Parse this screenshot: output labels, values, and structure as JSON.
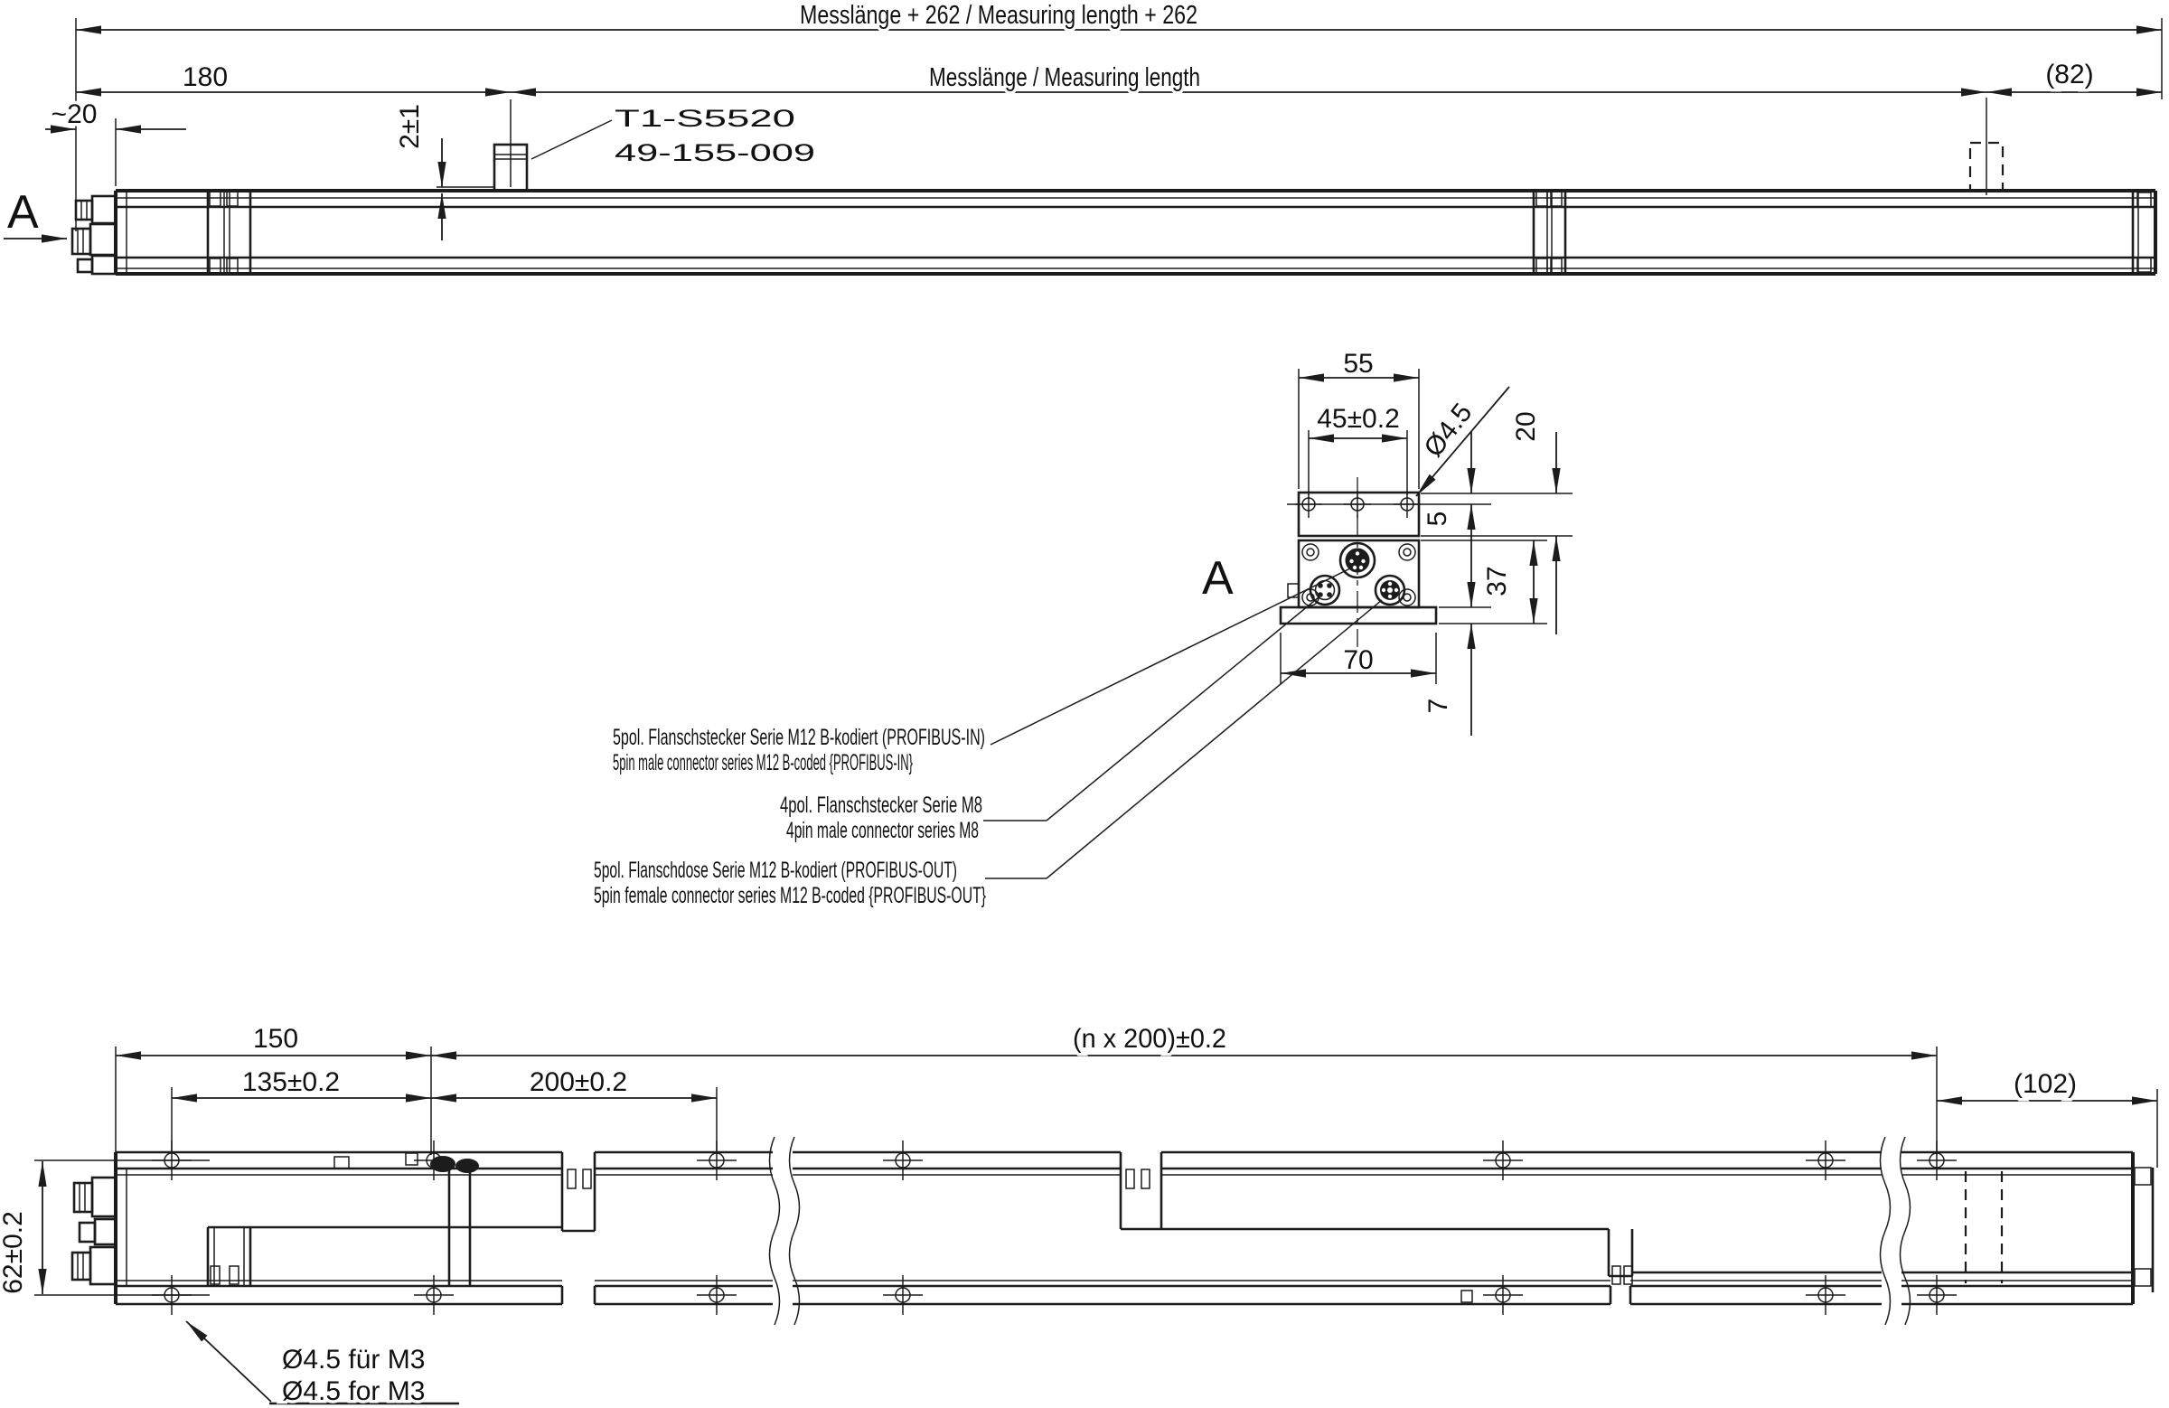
{
  "drawing": {
    "top_view": {
      "section_label": "A",
      "dim_total": "Messlänge + 262 / Measuring length + 262",
      "dim_measuring": "Messlänge / Measuring length",
      "dim_180": "180",
      "dim_82": "(82)",
      "dim_approx20": "~20",
      "dim_2pm1": "2±1",
      "sensor_model": "T1-S5520",
      "sensor_part": "49-155-009"
    },
    "detail_view": {
      "view_label": "A",
      "dim_55": "55",
      "dim_45": "45±0.2",
      "dim_hole": "Ø4.5",
      "dim_20": "20",
      "dim_5": "5",
      "dim_37": "37",
      "dim_70": "70",
      "dim_7": "7",
      "profibus_in_de": "5pol. Flanschstecker Serie M12 B-kodiert (PROFIBUS-IN)",
      "profibus_in_en": "5pin male connector series M12 B-coded {PROFIBUS-IN}",
      "m8_de": "4pol. Flanschstecker Serie M8",
      "m8_en": "4pin male connector series M8",
      "profibus_out_de": "5pol. Flanschdose Serie M12 B-kodiert (PROFIBUS-OUT)",
      "profibus_out_en": "5pin female connector series M12 B-coded {PROFIBUS-OUT}"
    },
    "bottom_view": {
      "dim_150": "150",
      "dim_135": "135±0.2",
      "dim_200": "200±0.2",
      "dim_n200": "(n x 200)±0.2",
      "dim_102": "(102)",
      "dim_62": "62±0.2",
      "hole_note_de": "Ø4.5 für M3",
      "hole_note_en": "Ø4.5 for M3"
    }
  }
}
